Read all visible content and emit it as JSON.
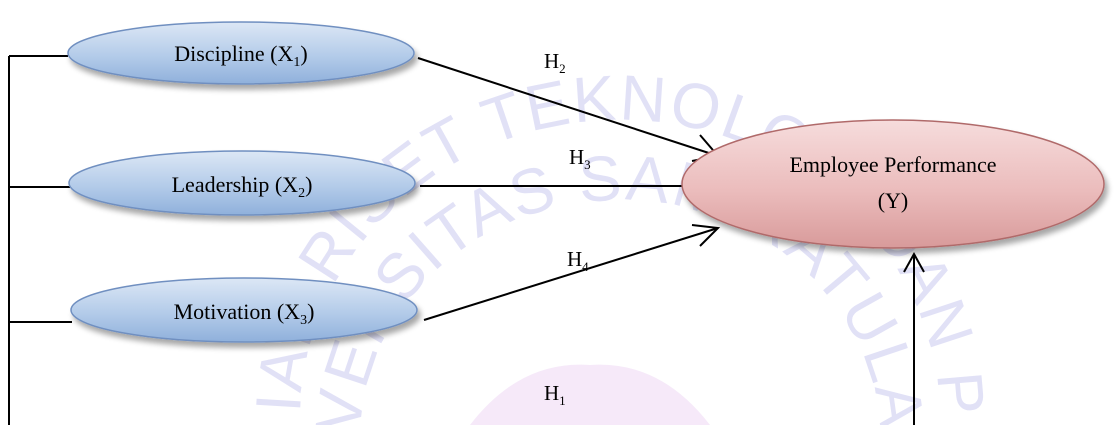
{
  "watermark": {
    "line1": "KEMENTERIAN RISET TEKNOLOGI DAN PENDIDIKAN",
    "line2": "UNIVERSITAS SAM RATULANGI",
    "color": "#c9c9f0"
  },
  "nodes": {
    "x1": {
      "label": "Discipline (X",
      "sub": "1",
      "close": ")"
    },
    "x2": {
      "label": "Leadership (X",
      "sub": "2",
      "close": ")"
    },
    "x3": {
      "label": "Motivation (X",
      "sub": "3",
      "close": ")"
    },
    "y": {
      "line1": "Employee Performance",
      "line2": "(Y)"
    }
  },
  "hypotheses": {
    "h1": {
      "letter": "H",
      "sub": "1"
    },
    "h2": {
      "letter": "H",
      "sub": "2"
    },
    "h3": {
      "letter": "H",
      "sub": "3"
    },
    "h4": {
      "letter": "H",
      "sub": "4"
    }
  },
  "colors": {
    "independent_fill_top": "#dce7f5",
    "independent_fill_bottom": "#8fb0db",
    "independent_stroke": "#6f8fc0",
    "dependent_fill_top": "#f6dcdc",
    "dependent_fill_bottom": "#d89a9a",
    "dependent_stroke": "#b06a6a",
    "line": "#000000"
  }
}
